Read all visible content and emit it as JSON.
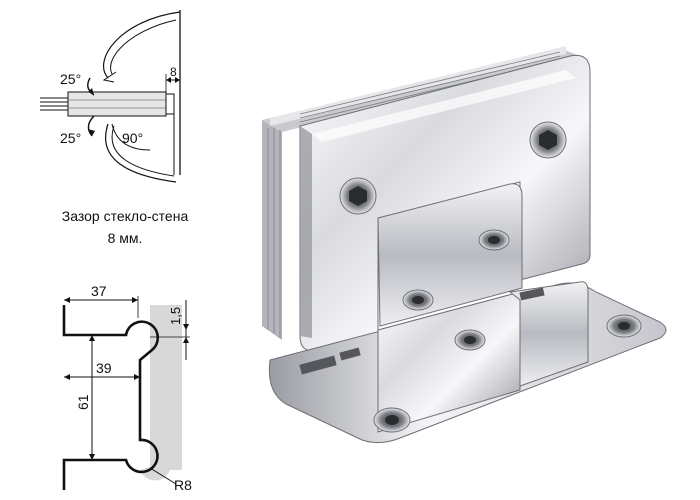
{
  "angle_diagram": {
    "angle_top": "25°",
    "angle_bottom": "25°",
    "angle_open": "90°",
    "gap_value": "8"
  },
  "caption": {
    "line1": "Зазор стекло-стена",
    "line2": "8 мм."
  },
  "profile_diagram": {
    "width_top": "37",
    "width_mid": "39",
    "height": "61",
    "offset": "1,5",
    "radius": "R8"
  },
  "colors": {
    "line": "#111111",
    "shade": "#d8d8d8",
    "chrome_light": "#f4f4f6",
    "chrome_dark": "#7a7c84"
  },
  "icons": [
    "hinge-product-image",
    "hex-screw-icon"
  ]
}
